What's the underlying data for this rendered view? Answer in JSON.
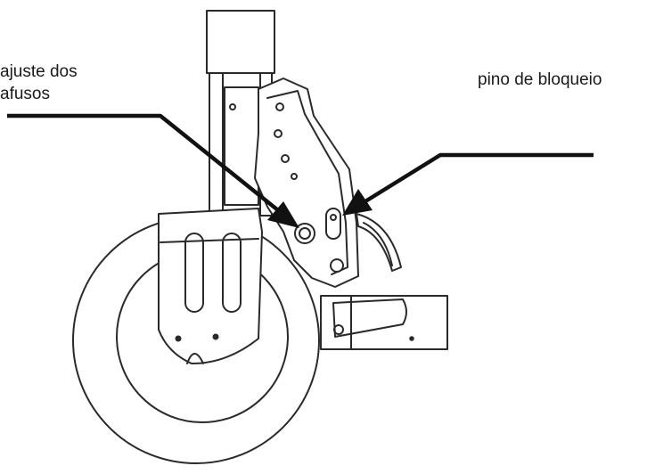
{
  "labels": {
    "left_line1": "ajuste dos",
    "left_line2": "afusos",
    "right": "pino de bloqueio"
  }
}
